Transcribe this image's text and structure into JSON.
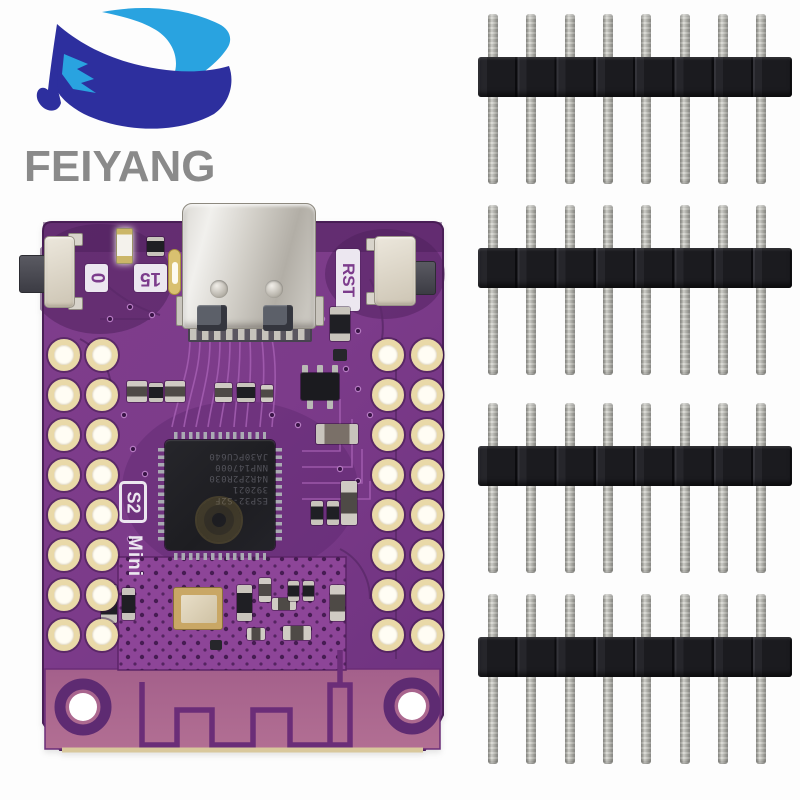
{
  "logo": {
    "brand": "FEIYANG",
    "colors": {
      "dark_blue": "#2d2f9e",
      "light_blue": "#29a3e0",
      "text_gray": "#8a8a8a"
    }
  },
  "pcb": {
    "silkscreen": {
      "boot_label": "0",
      "pin15_label": "15",
      "reset_label": "RST",
      "model": "S2",
      "model_suffix": "Mini"
    },
    "chip": {
      "marking": "ESP32-S2F\n392021\nN4R2P2R030\nNNP147000\nJA30PCU640"
    },
    "through_holes_per_column": 8,
    "hole_columns": 4,
    "mounting_holes": 2,
    "colors": {
      "board_purple": "#7c3b8a",
      "antenna_area": "#aa648f",
      "ground_area": "#8d4598",
      "pad_ring_gold": "#e9d9a8"
    }
  },
  "pin_headers": {
    "count": 4,
    "pins_each": 8,
    "colors": {
      "plastic_black": "#1d1d21",
      "pin_silver": "#c4c4c0"
    }
  }
}
